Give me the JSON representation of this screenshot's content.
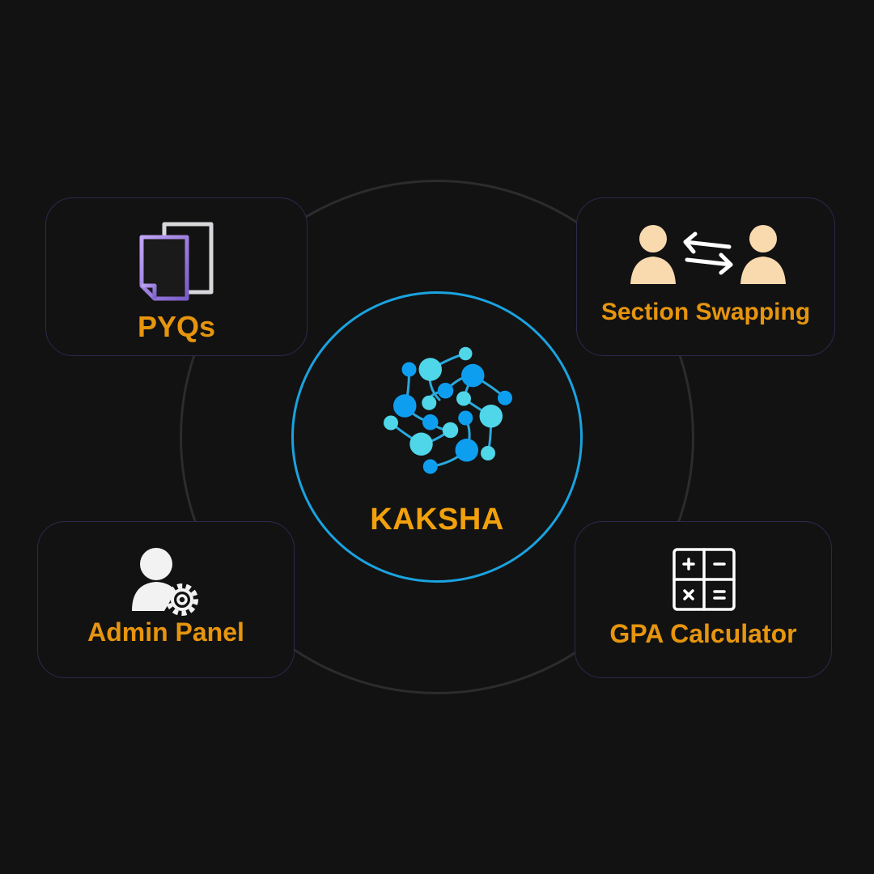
{
  "hub": {
    "title": "KAKSHA",
    "logo_icon": "molecule-network-icon"
  },
  "features": {
    "pyqs": {
      "label": "PYQs",
      "icon": "documents-icon"
    },
    "swap": {
      "label": "Section Swapping",
      "icon": "user-swap-icon"
    },
    "admin": {
      "label": "Admin Panel",
      "icon": "user-gear-icon"
    },
    "gpa": {
      "label": "GPA Calculator",
      "icon": "calculator-icon"
    }
  },
  "colors": {
    "background": "#121212",
    "accent_orange": "#e6950e",
    "hub_ring": "#1aa3e0",
    "node_dark": "#0e9ef0",
    "node_light": "#4fd6e8"
  }
}
